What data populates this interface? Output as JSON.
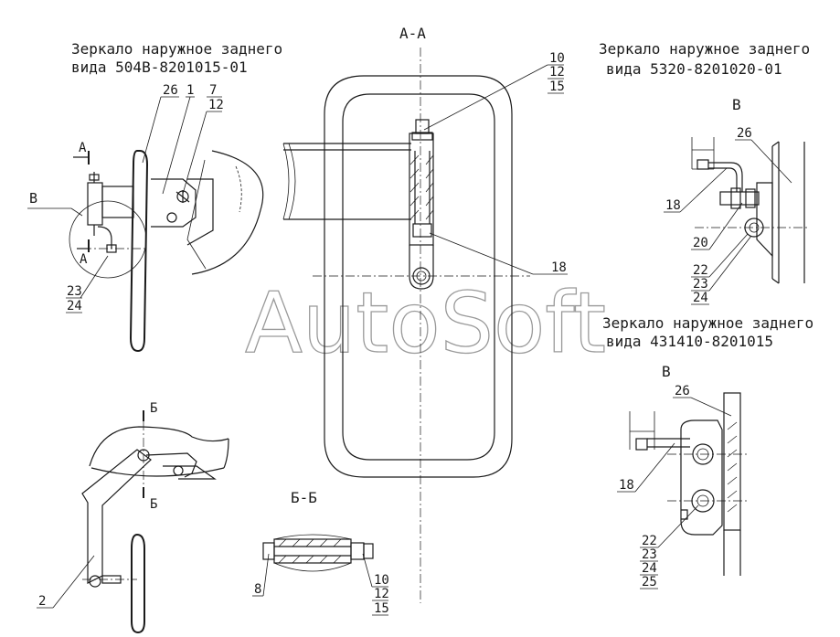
{
  "titles": {
    "left_line1": "Зеркало наружное заднего",
    "left_line2": "вида 504В-8201015-01",
    "right_top_line1": "Зеркало наружное заднего",
    "right_top_line2": "вида 5320-8201020-01",
    "right_mid_line1": "Зеркало наружное заднего",
    "right_mid_line2": "вида 431410-8201015"
  },
  "sections": {
    "aa": "А-А",
    "bb": "Б-Б",
    "view_b_top": "В",
    "view_b_mid": "В",
    "view_b_left": "В",
    "cut_a_top": "А",
    "cut_a_bottom": "А",
    "cut_b_top": "Б",
    "cut_b_bottom": "Б"
  },
  "callouts": {
    "c26_left": "26",
    "c1": "1",
    "c7": "7",
    "c12_left": "12",
    "c23_left": "23",
    "c24_left": "24",
    "c10_aa": "10",
    "c12_aa": "12",
    "c15_aa": "15",
    "c18_aa": "18",
    "c26_top": "26",
    "c18_top": "18",
    "c20_top": "20",
    "c22_top": "22",
    "c23_top": "23",
    "c24_top": "24",
    "c26_mid": "26",
    "c18_mid": "18",
    "c22_mid": "22",
    "c23_mid": "23",
    "c24_mid": "24",
    "c25_mid": "25",
    "c2": "2",
    "c8": "8",
    "c10_bb": "10",
    "c12_bb": "12",
    "c15_bb": "15"
  },
  "watermark": "AutoSoft"
}
